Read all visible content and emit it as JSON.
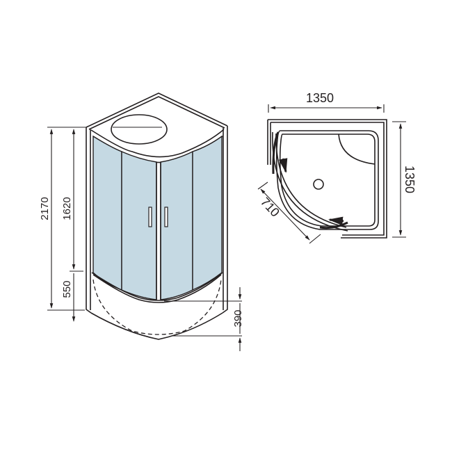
{
  "diagram": {
    "type": "technical-drawing",
    "subject": "quarter-round shower cabin",
    "colors": {
      "line": "#231f20",
      "glass": "#c5d9e3",
      "background": "#ffffff"
    },
    "front_view": {
      "dimensions": {
        "total_height": "2170",
        "glass_height": "1620",
        "base_height": "550",
        "tray_depth": "390"
      }
    },
    "top_view": {
      "dimensions": {
        "width": "1350",
        "depth": "1350",
        "door_opening": "710"
      }
    }
  }
}
